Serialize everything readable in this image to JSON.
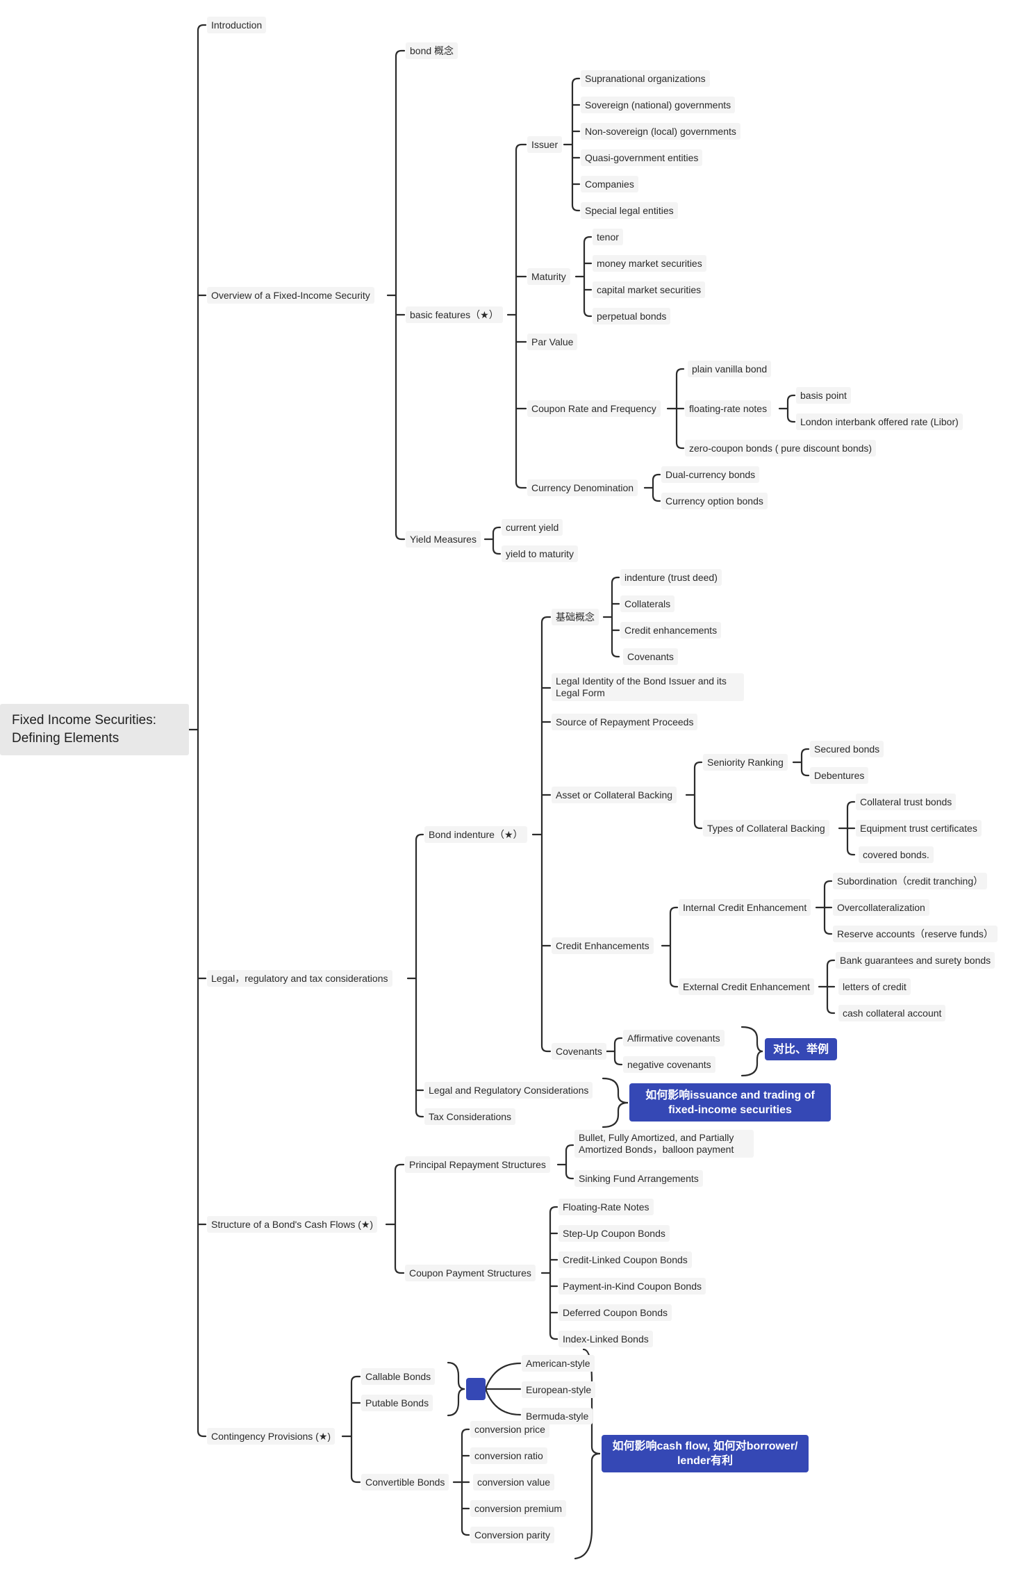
{
  "root": "Fixed Income Securities: Defining Elements",
  "topics": {
    "introduction": "Introduction",
    "overview": {
      "label": "Overview of a Fixed-Income Security",
      "bond_concept": "bond 概念",
      "basic_features": {
        "label": "basic features（★）",
        "issuer": {
          "label": "Issuer",
          "items": [
            "Supranational organizations",
            "Sovereign (national) governments",
            "Non-sovereign (local) governments",
            "Quasi-government entities",
            "Companies",
            "Special legal entities"
          ]
        },
        "maturity": {
          "label": "Maturity",
          "items": [
            "tenor",
            "money market securities",
            "capital market securities",
            "perpetual bonds"
          ]
        },
        "par_value": "Par Value",
        "coupon": {
          "label": "Coupon Rate and Frequency",
          "plain_vanilla": "plain vanilla bond",
          "frn": "floating-rate notes",
          "frn_items": [
            "basis point",
            "London interbank offered rate (Libor)"
          ],
          "zero_coupon": "zero-coupon bonds ( pure discount bonds)"
        },
        "currency": {
          "label": "Currency Denomination",
          "items": [
            "Dual-currency bonds",
            "Currency option bonds"
          ]
        }
      },
      "yield": {
        "label": "Yield Measures",
        "items": [
          "current yield",
          "yield to maturity"
        ]
      }
    },
    "legal": {
      "label": "Legal，regulatory and tax considerations",
      "indenture": {
        "label": "Bond indenture（★）",
        "basic": {
          "label": "基础概念",
          "items": [
            "indenture (trust deed)",
            "Collaterals",
            "Credit enhancements",
            "Covenants"
          ]
        },
        "identity": "Legal Identity of the Bond Issuer and its Legal Form",
        "repayment_source": "Source of Repayment Proceeds",
        "asset_backing": {
          "label": "Asset or Collateral Backing",
          "seniority": "Seniority Ranking",
          "seniority_items": [
            "Secured bonds",
            "Debentures"
          ],
          "collateral_types": "Types of Collateral Backing",
          "collateral_items": [
            "Collateral trust bonds",
            "Equipment trust certificates",
            "covered bonds."
          ]
        },
        "credit_enh": {
          "label": "Credit Enhancements",
          "internal": "Internal Credit Enhancement",
          "internal_items": [
            "Subordination（credit tranching）",
            "Overcollateralization",
            "Reserve accounts（reserve funds）"
          ],
          "external": "External Credit Enhancement",
          "external_items": [
            "Bank guarantees and surety bonds",
            "letters of credit",
            "cash collateral account"
          ]
        },
        "covenants": {
          "label": "Covenants",
          "items": [
            "Affirmative covenants",
            "negative covenants"
          ]
        }
      },
      "legal_reg": "Legal and Regulatory Considerations",
      "tax": "Tax Considerations"
    },
    "cashflows": {
      "label": "Structure of a Bond's Cash Flows (★)",
      "principal": {
        "label": "Principal Repayment Structures",
        "items": [
          "Bullet, Fully Amortized, and Partially Amortized Bonds，balloon payment",
          "Sinking Fund Arrangements"
        ]
      },
      "coupon_structures": {
        "label": "Coupon Payment Structures",
        "items": [
          "Floating-Rate Notes",
          "Step-Up Coupon Bonds",
          "Credit-Linked Coupon Bonds",
          "Payment-in-Kind Coupon Bonds",
          "Deferred Coupon Bonds",
          "Index-Linked Bonds"
        ]
      }
    },
    "contingency": {
      "label": "Contingency Provisions (★)",
      "callable": "Callable Bonds",
      "putable": "Putable Bonds",
      "styles": [
        "American-style",
        "European-style",
        "Bermuda-style"
      ],
      "convertible": {
        "label": "Convertible Bonds",
        "items": [
          "conversion price",
          "conversion ratio",
          "conversion value",
          "conversion premium",
          "Conversion parity"
        ]
      }
    }
  },
  "callouts": {
    "compare": "对比、举例",
    "issuance": "如何影响issuance and trading of fixed-income securities",
    "cashflow": "如何影响cash flow, 如何对borrower/ lender有利"
  },
  "colors": {
    "line": "#2b2b2b",
    "callout": "#3548b5",
    "node": "#f4f4f4",
    "root": "#e8e8e8"
  }
}
